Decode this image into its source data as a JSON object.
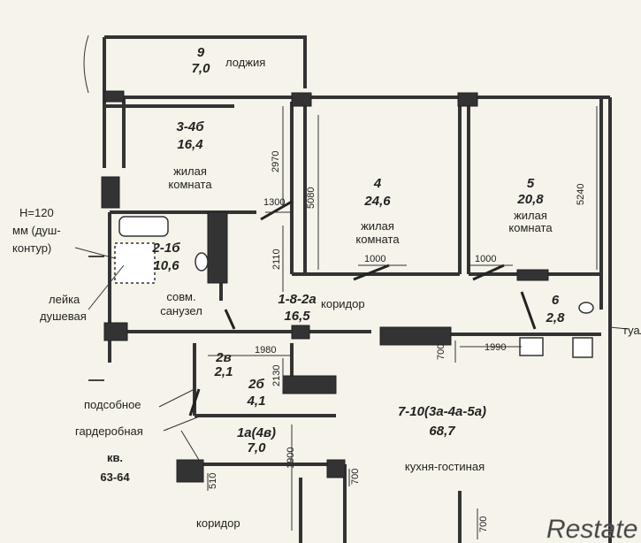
{
  "rooms": [
    {
      "id": "9",
      "area": "7,0",
      "name": "лоджия"
    },
    {
      "id": "3-4б",
      "area": "16,4",
      "name_line1": "жилая",
      "name_line2": "комната"
    },
    {
      "id": "4",
      "area": "24,6",
      "name_line1": "жилая",
      "name_line2": "комната"
    },
    {
      "id": "5",
      "area": "20,8",
      "name_line1": "жилая",
      "name_line2": "комната"
    },
    {
      "id": "2-1б",
      "area": "10,6",
      "name_line1": "совм.",
      "name_line2": "санузел"
    },
    {
      "id": "1-8-2а",
      "area": "16,5",
      "name": "коридор"
    },
    {
      "id": "6",
      "area": "2,8",
      "name": "туалет"
    },
    {
      "id": "2в",
      "area": "2,1",
      "name": "подсобное"
    },
    {
      "id": "2б",
      "area": "4,1",
      "name": "гардеробная"
    },
    {
      "id": "1а(4в)",
      "area": "7,0",
      "name": "коридор"
    },
    {
      "id": "7-10(3а-4а-5а)",
      "area": "68,7",
      "name": "кухня-гостиная"
    }
  ],
  "dimensions": [
    "2970",
    "5080",
    "5240",
    "1300",
    "2110",
    "1000",
    "1000",
    "1980",
    "2130",
    "1990",
    "700",
    "700",
    "700",
    "510",
    "1900"
  ],
  "notes": {
    "shower_line1": "Н=120",
    "shower_line2": "мм (душ-",
    "shower_line3": "контур)",
    "watering_line1": "лейка",
    "watering_line2": "душевая"
  },
  "apartment": {
    "line1": "кв.",
    "line2": "63-64"
  },
  "watermark": "Restate"
}
